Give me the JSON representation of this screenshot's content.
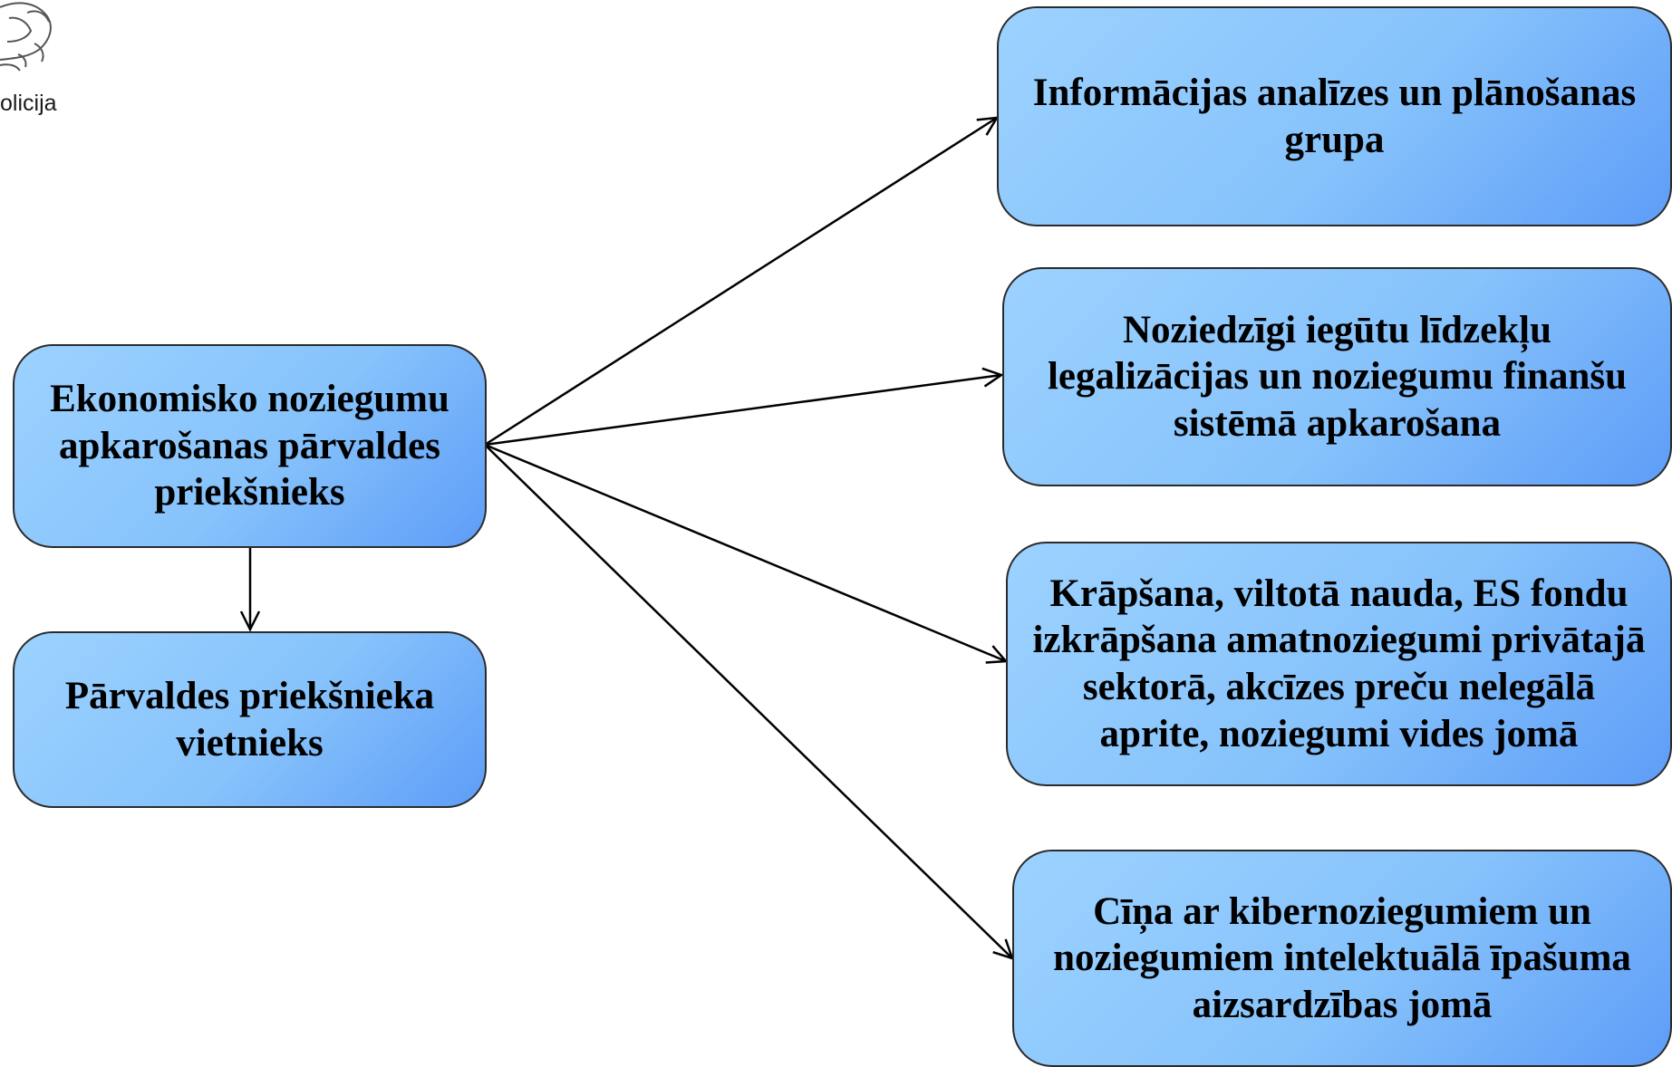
{
  "logo": {
    "text": "olicija",
    "icon": "oak-leaf-emblem-icon"
  },
  "nodes": {
    "head": "Ekonomisko noziegumu apkarošanas pārvaldes priekšnieks",
    "deputy": "Pārvaldes priekšnieka vietnieks",
    "analysis": "Informācijas analīzes un plānošanas grupa",
    "money_laundering": "Noziedzīgi iegūtu līdzekļu legalizācijas un noziegumu finanšu sistēmā apkarošana",
    "fraud": "Krāpšana, viltotā nauda, ES fondu izkrāpšana amatnoziegumi privātajā sektorā, akcīzes preču nelegālā aprite, noziegumi vides jomā",
    "cyber": "Cīņa ar kibernoziegumiem un noziegumiem intelektuālā īpašuma aizsardzības jomā"
  },
  "colors": {
    "box_fill": "#86c2fb",
    "box_border": "#2b2b2b",
    "arrow": "#000000"
  }
}
